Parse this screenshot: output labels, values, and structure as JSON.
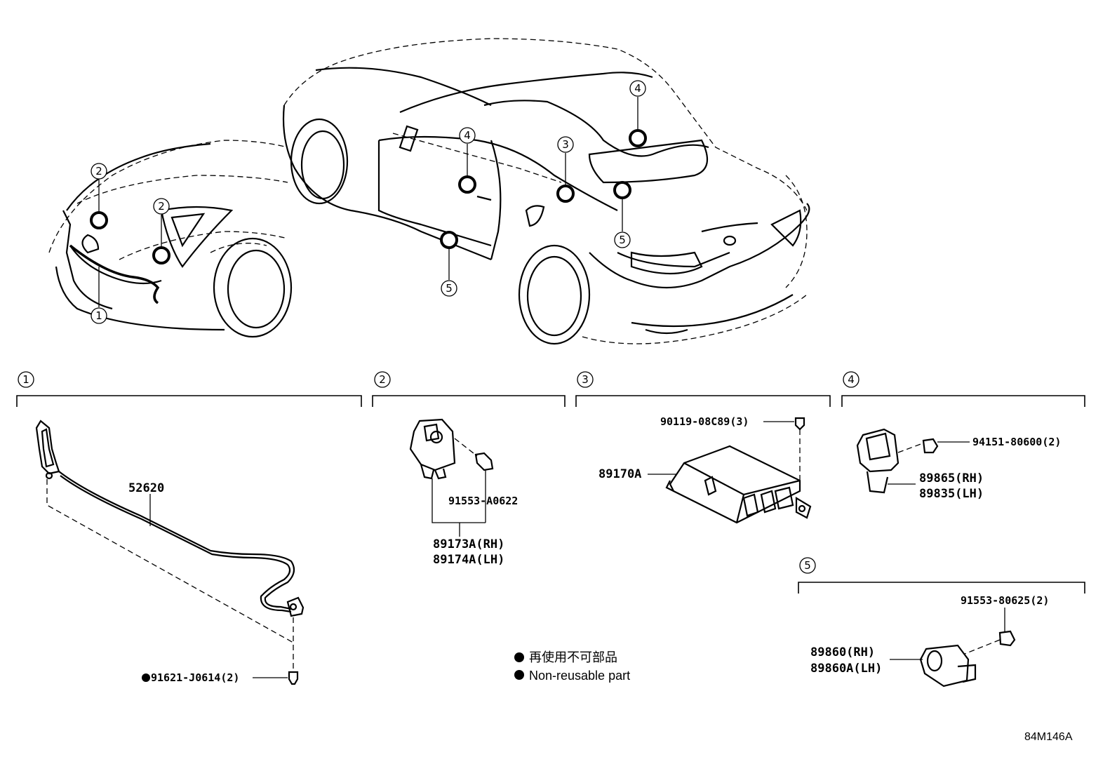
{
  "callouts": {
    "c1": "1",
    "c2": "2",
    "c3": "3",
    "c4": "4",
    "c5": "5"
  },
  "sections": {
    "s1": "1",
    "s2": "2",
    "s3": "3",
    "s4": "4",
    "s5": "5"
  },
  "parts": {
    "p52620": "52620",
    "p91621": "91621-J0614(2)",
    "p91553a": "91553-A0622",
    "p89173": "89173A(RH)",
    "p89174": "89174A(LH)",
    "p90119": "90119-08C89(3)",
    "p89170": "89170A",
    "p94151": "94151-80600(2)",
    "p89865": "89865(RH)",
    "p89835": "89835(LH)",
    "p91553b": "91553-80625(2)",
    "p89860": "89860(RH)",
    "p89860a": "89860A(LH)"
  },
  "legend": {
    "jp": "再使用不可部品",
    "en": "Non-reusable part"
  },
  "diagram_code": "84M146A"
}
